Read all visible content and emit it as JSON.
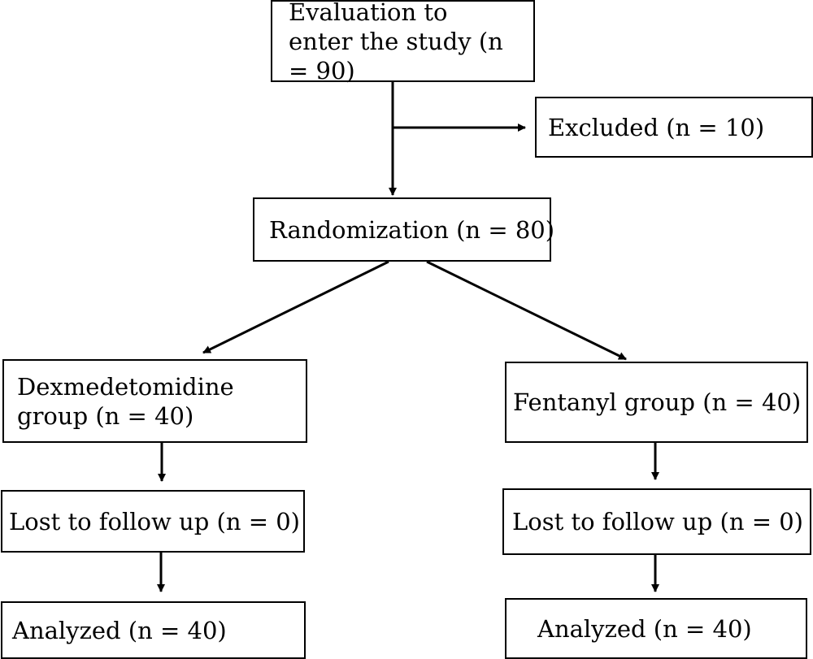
{
  "boxes": {
    "evaluation": "Evaluation to enter the study (n = 90)",
    "excluded": "Excluded (n = 10)",
    "randomization": "Randomization (n = 80)",
    "dex_group": "Dexmedetomidine group (n = 40)",
    "fentanyl_group": "Fentanyl group (n = 40)",
    "dex_lost": "Lost to follow up (n = 0)",
    "fentanyl_lost": "Lost to follow up (n = 0)",
    "dex_analyzed": "Analyzed (n = 40)",
    "fentanyl_analyzed": "Analyzed (n = 40)"
  },
  "colors": {
    "line": "#000000",
    "background": "#ffffff"
  }
}
